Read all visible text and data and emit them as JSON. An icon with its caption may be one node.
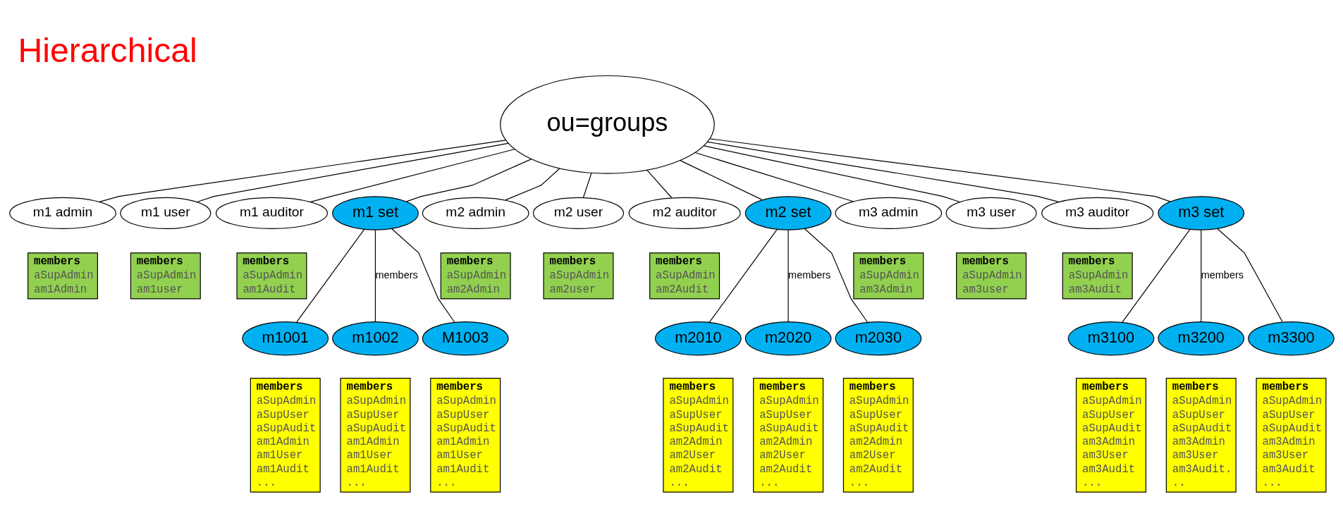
{
  "diagram": {
    "title": "Hierarchical",
    "nodes": [
      {
        "text": [
          "ou=groups"
        ]
      },
      {
        "text": [
          "m1 admin"
        ]
      },
      {
        "text": [
          "m1 user"
        ]
      },
      {
        "text": [
          "m1 auditor"
        ]
      },
      {
        "text": [
          "m1 set"
        ]
      },
      {
        "text": [
          "m2 admin"
        ]
      },
      {
        "text": [
          "m2 user"
        ]
      },
      {
        "text": [
          "m2 auditor"
        ]
      },
      {
        "text": [
          "m2 set"
        ]
      },
      {
        "text": [
          "m3 admin"
        ]
      },
      {
        "text": [
          "m3 user"
        ]
      },
      {
        "text": [
          "m3 auditor"
        ]
      },
      {
        "text": [
          "m3 set"
        ]
      },
      {
        "text": [
          "members",
          "aSupAdmin",
          "am1Admin"
        ]
      },
      {
        "text": [
          "members",
          "aSupAdmin",
          "am1user"
        ]
      },
      {
        "text": [
          "members",
          "aSupAdmin",
          "am1Audit"
        ]
      },
      {
        "text": [
          "members",
          "aSupAdmin",
          "am2Admin"
        ]
      },
      {
        "text": [
          "members",
          "aSupAdmin",
          "am2user"
        ]
      },
      {
        "text": [
          "members",
          "aSupAdmin",
          "am2Audit"
        ]
      },
      {
        "text": [
          "members",
          "aSupAdmin",
          "am3Admin"
        ]
      },
      {
        "text": [
          "members",
          "aSupAdmin",
          "am3user"
        ]
      },
      {
        "text": [
          "members",
          "aSupAdmin",
          "am3Audit"
        ]
      },
      {
        "text": [
          "m1001"
        ]
      },
      {
        "text": [
          "m1002"
        ]
      },
      {
        "text": [
          "M1003"
        ]
      },
      {
        "text": [
          "m2010"
        ]
      },
      {
        "text": [
          "m2020"
        ]
      },
      {
        "text": [
          "m2030"
        ]
      },
      {
        "text": [
          "m3100"
        ]
      },
      {
        "text": [
          "m3200"
        ]
      },
      {
        "text": [
          "m3300"
        ]
      },
      {
        "text": [
          "members",
          "aSupAdmin",
          "aSupUser",
          "aSupAudit",
          "am1Admin",
          "am1User",
          "am1Audit",
          "..."
        ]
      },
      {
        "text": [
          "members",
          "aSupAdmin",
          "aSupUser",
          "aSupAudit",
          "am1Admin",
          "am1User",
          "am1Audit",
          "..."
        ]
      },
      {
        "text": [
          "members",
          "aSupAdmin",
          "aSupUser",
          "aSupAudit",
          "am1Admin",
          "am1User",
          "am1Audit",
          "..."
        ]
      },
      {
        "text": [
          "members",
          "aSupAdmin",
          "aSupUser",
          "aSupAudit",
          "am2Admin",
          "am2User",
          "am2Audit",
          "..."
        ]
      },
      {
        "text": [
          "members",
          "aSupAdmin",
          "aSupUser",
          "aSupAudit",
          "am2Admin",
          "am2User",
          "am2Audit",
          "..."
        ]
      },
      {
        "text": [
          "members",
          "aSupAdmin",
          "aSupUser",
          "aSupAudit",
          "am2Admin",
          "am2User",
          "am2Audit",
          "..."
        ]
      },
      {
        "text": [
          "members",
          "aSupAdmin",
          "aSupUser",
          "aSupAudit",
          "am3Admin",
          "am3User",
          "am3Audit",
          "..."
        ]
      },
      {
        "text": [
          "members",
          "aSupAdmin",
          "aSupUser",
          "aSupAudit",
          "am3Admin",
          "am3User",
          "am3Audit.",
          ".."
        ]
      },
      {
        "text": [
          "members",
          "aSupAdmin",
          "aSupUser",
          "aSupAudit",
          "am3Admin",
          "am3User",
          "am3Audit",
          "..."
        ]
      }
    ],
    "edges": [
      {
        "from": 0,
        "to": 1,
        "arrow": "none"
      },
      {
        "from": 0,
        "to": 2,
        "arrow": "none"
      },
      {
        "from": 0,
        "to": 3,
        "arrow": "none"
      },
      {
        "from": 0,
        "to": 4,
        "arrow": "none"
      },
      {
        "from": 0,
        "to": 5,
        "arrow": "none"
      },
      {
        "from": 0,
        "to": 6,
        "arrow": "none"
      },
      {
        "from": 0,
        "to": 7,
        "arrow": "none"
      },
      {
        "from": 0,
        "to": 8,
        "arrow": "none"
      },
      {
        "from": 0,
        "to": 9,
        "arrow": "none"
      },
      {
        "from": 0,
        "to": 10,
        "arrow": "none"
      },
      {
        "from": 0,
        "to": 11,
        "arrow": "none"
      },
      {
        "from": 0,
        "to": 12,
        "arrow": "none"
      },
      {
        "from": 4,
        "to": 22,
        "arrow": "none"
      },
      {
        "from": 4,
        "to": 23,
        "arrow": "none",
        "label": "members"
      },
      {
        "from": 4,
        "to": 24,
        "arrow": "none"
      },
      {
        "from": 8,
        "to": 25,
        "arrow": "none"
      },
      {
        "from": 8,
        "to": 26,
        "arrow": "none",
        "label": "members"
      },
      {
        "from": 8,
        "to": 27,
        "arrow": "none"
      },
      {
        "from": 12,
        "to": 28,
        "arrow": "none"
      },
      {
        "from": 12,
        "to": 29,
        "arrow": "none",
        "label": "members"
      },
      {
        "from": 12,
        "to": 30,
        "arrow": "none"
      }
    ]
  }
}
